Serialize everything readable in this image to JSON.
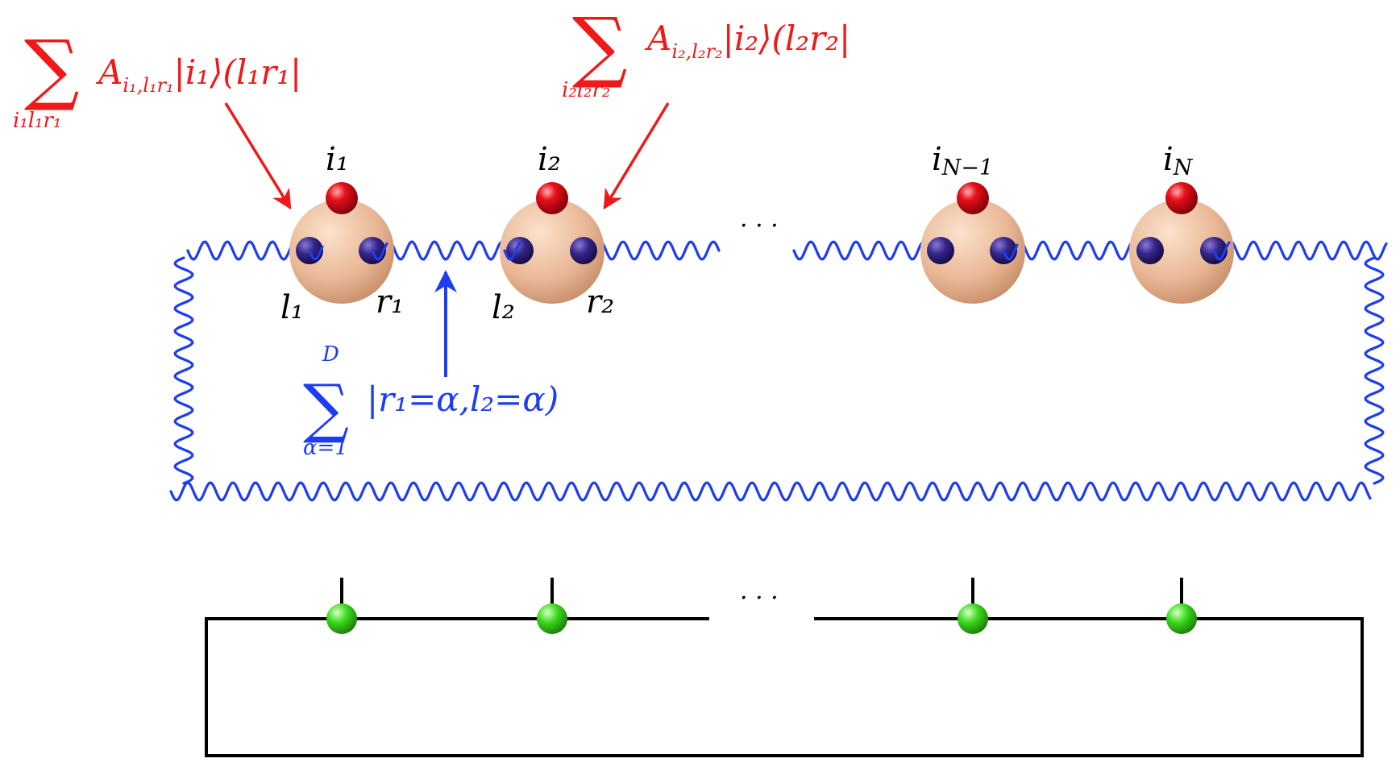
{
  "colors": {
    "annotation_red": "#f01818",
    "bond_blue": "#1e3cf0",
    "site_body": "#e9b896",
    "physical_index": "#d40010",
    "virtual_index": "#2a1a7a",
    "tensor_green": "#3ad81a"
  },
  "annotations": {
    "site1": {
      "sum_sub": "i₁l₁r₁",
      "body_main": "A",
      "body_sub": "i₁,l₁r₁",
      "body_rest": "|i₁⟩(l₁r₁|"
    },
    "site2": {
      "sum_sub": "i₂l₂r₂",
      "body_main": "A",
      "body_sub": "i₂,l₂r₂",
      "body_rest": "|i₂⟩(l₂r₂|"
    },
    "bond": {
      "sum_top": "D",
      "sum_sub": "α=1",
      "body": "|r₁=α,l₂=α)"
    }
  },
  "sites": [
    {
      "physical": "i₁",
      "left": "l₁",
      "right": "r₁"
    },
    {
      "physical": "i₂",
      "left": "l₂",
      "right": "r₂"
    },
    {
      "physical": "i",
      "physical_sub": "N−1"
    },
    {
      "physical": "i",
      "physical_sub": "N"
    }
  ],
  "ellipsis": "· · ·"
}
